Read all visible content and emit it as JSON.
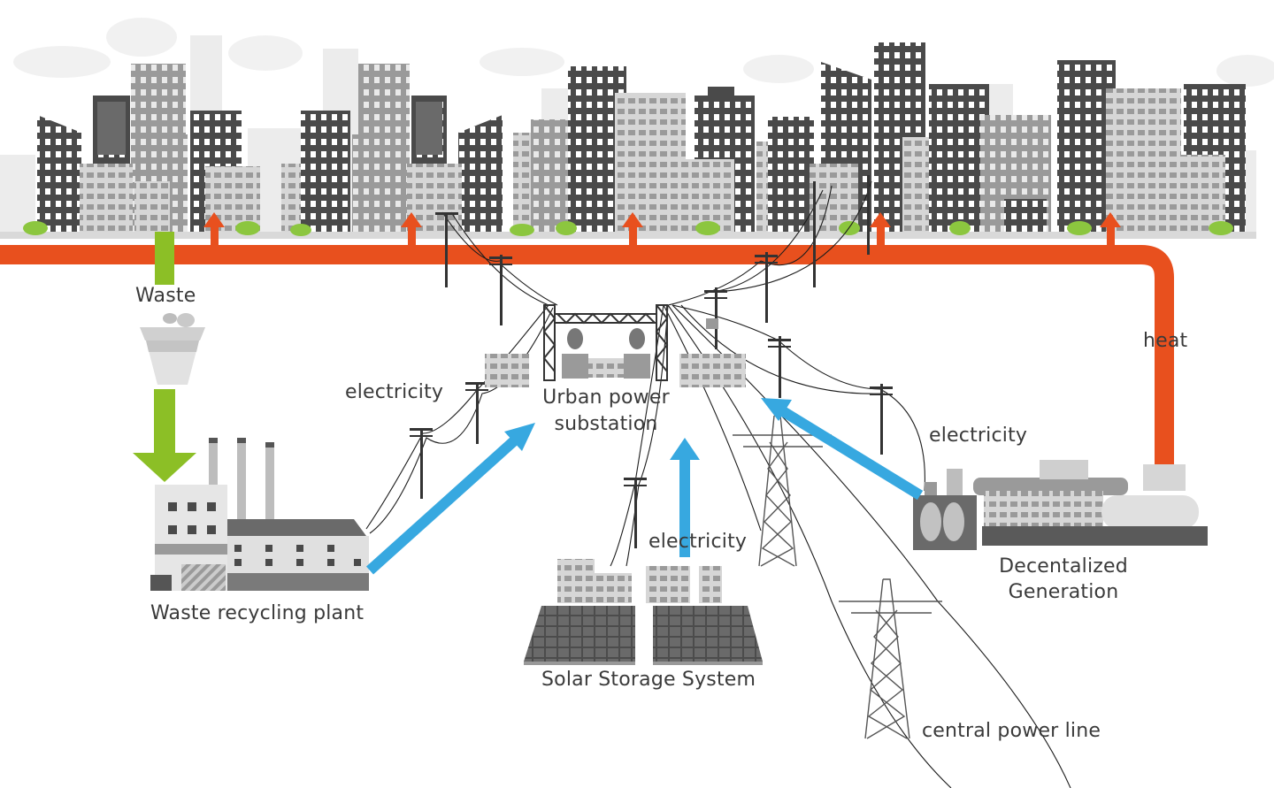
{
  "labels": {
    "waste": "Waste",
    "heat": "heat",
    "electricity_left": "electricity",
    "electricity_right": "electricity",
    "electricity_center": "electricity",
    "substation_line1": "Urban power",
    "substation_line2": "substation",
    "decentralized_line1": "Decentalized",
    "decentralized_line2": "Generation",
    "recycling_plant": "Waste recycling plant",
    "solar_storage": "Solar Storage System",
    "central_line": "central power line"
  },
  "colors": {
    "heat_pipe": "#e8501e",
    "waste_flow": "#8cbf26",
    "electricity_flow": "#37a8e0",
    "building_dark": "#4a4a4a",
    "building_mid": "#8e8e8e",
    "building_light": "#cfcfcf",
    "grass": "#8cc63f",
    "text": "#3a3a3a"
  }
}
